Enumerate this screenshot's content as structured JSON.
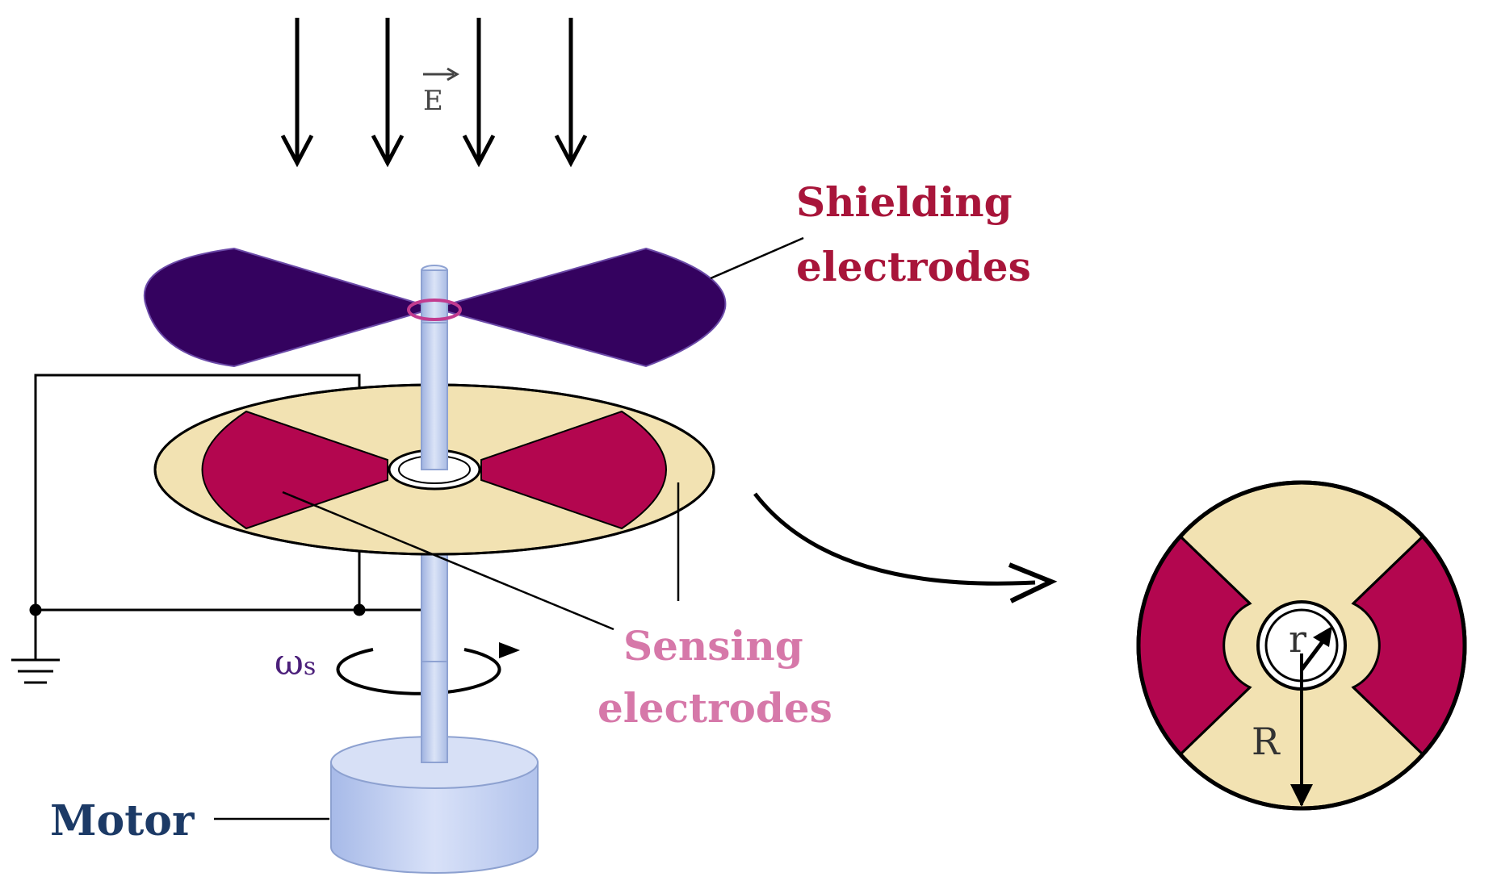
{
  "colors": {
    "shield": "#34025f",
    "sensing": "#b3064f",
    "gap_sector": "#f2e2b2",
    "shaft": "#c8d6f2",
    "motor": "#b8c9ee",
    "shield_label": "#a8153a",
    "sensing_label": "#d678a9",
    "motor_label": "#1c3a66",
    "omega_label": "#4b1f7a"
  },
  "labels": {
    "field_symbol": "E",
    "shielding_line1": "Shielding",
    "shielding_line2": "electrodes",
    "sensing_line1": "Sensing",
    "sensing_line2": "electrodes",
    "motor": "Motor",
    "omega": "ω",
    "omega_sub": "s",
    "inner_radius": "r",
    "outer_radius": "R"
  },
  "icons": {
    "field_arrows": "down-arrow-icon",
    "ground": "ground-icon",
    "rotation": "rotation-arrow-icon"
  }
}
